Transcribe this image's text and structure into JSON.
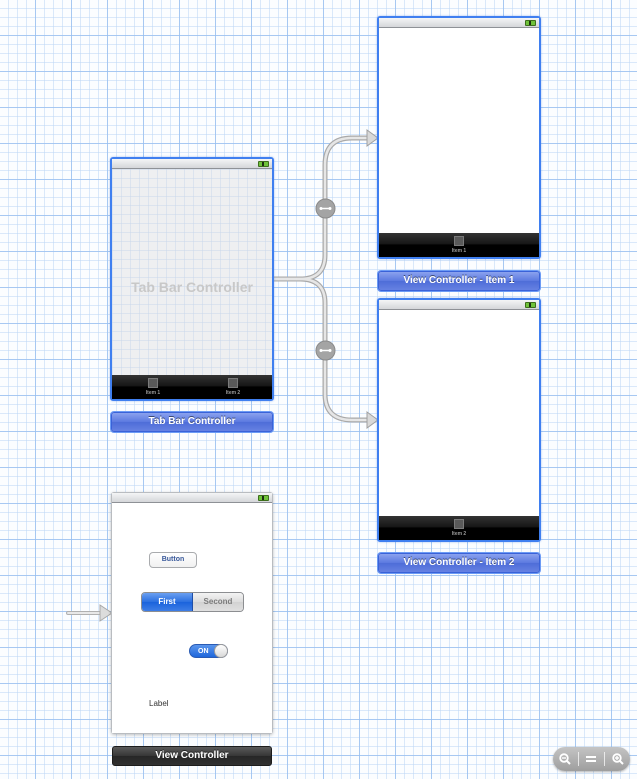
{
  "canvas": {
    "grid_color": "#a6c6f0",
    "selection_color": "#3f7ff0"
  },
  "scenes": {
    "tab_bar_controller": {
      "title": "Tab Bar Controller",
      "label": "Tab Bar Controller",
      "tabs": [
        {
          "label": "Item 1"
        },
        {
          "label": "Item 2"
        }
      ]
    },
    "view_controller_item1": {
      "label": "View Controller - Item 1",
      "tab_label": "Item 1"
    },
    "view_controller_item2": {
      "label": "View Controller - Item 2",
      "tab_label": "Item 2"
    },
    "view_controller": {
      "label": "View Controller",
      "button_label": "Button",
      "segments": [
        "First",
        "Second"
      ],
      "selected_segment": "First",
      "switch_label": "ON",
      "label_text": "Label"
    }
  },
  "segues": [
    {
      "from": "Tab Bar Controller",
      "to": "View Controller - Item 1",
      "type": "relationship"
    },
    {
      "from": "Tab Bar Controller",
      "to": "View Controller - Item 2",
      "type": "relationship"
    }
  ],
  "zoom_controls": {
    "zoom_out": "zoom-out",
    "actual_size": "actual-size",
    "zoom_in": "zoom-in"
  }
}
